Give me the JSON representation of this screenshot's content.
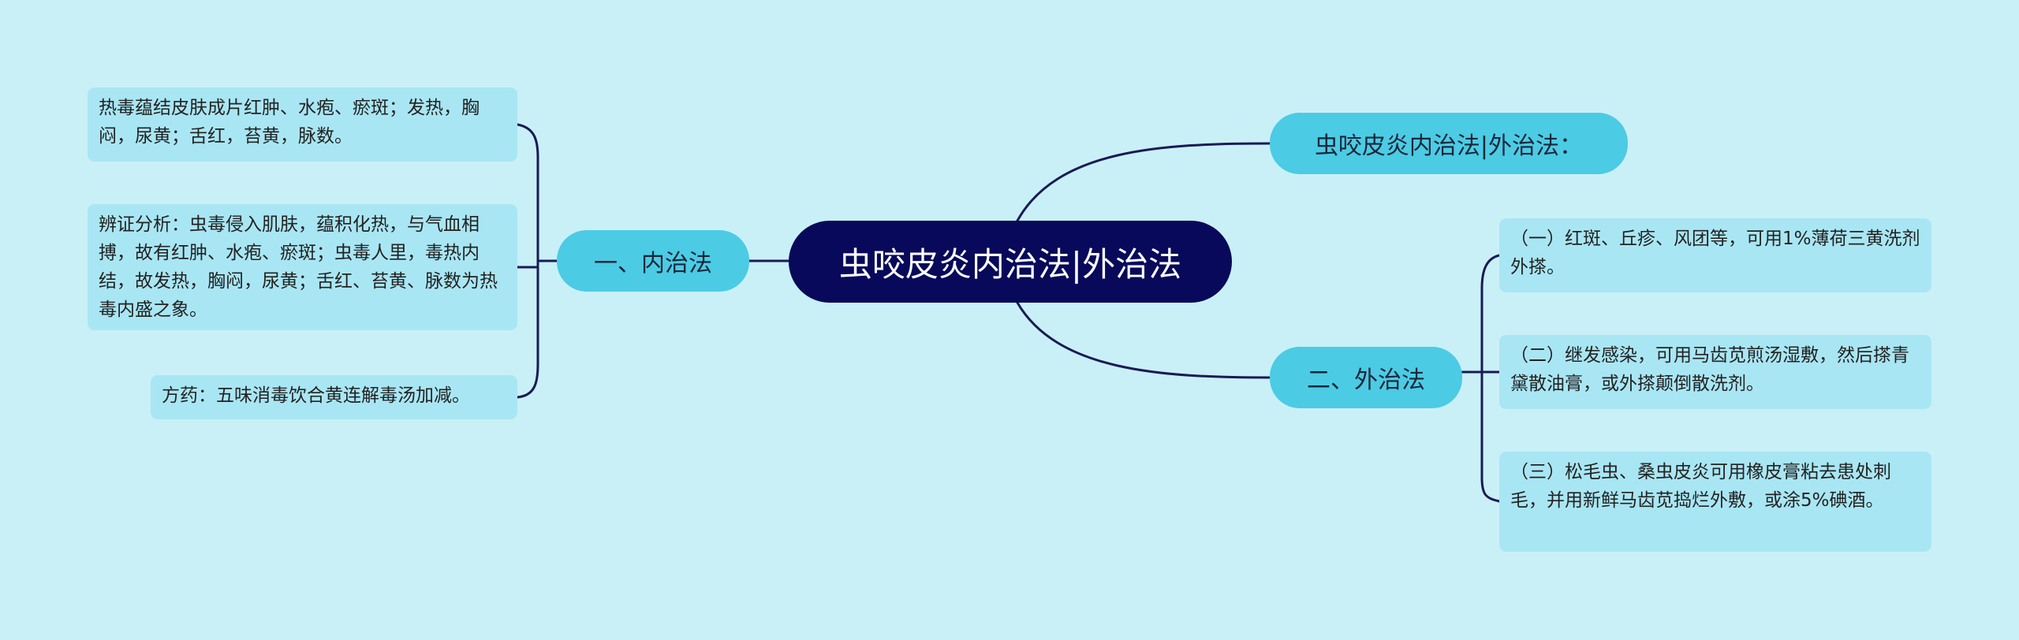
{
  "mindmap": {
    "root": {
      "label": "虫咬皮炎内治法|外治法"
    },
    "left_branch": {
      "label": "一、内治法",
      "children": [
        {
          "text": "热毒蕴结皮肤成片红肿、水疱、瘀斑；发热，胸闷，尿黄；舌红，苔黄，脉数。"
        },
        {
          "text": "辨证分析：虫毒侵入肌肤，蕴积化热，与气血相搏，故有红肿、水疱、瘀斑；虫毒人里，毒热内结，故发热，胸闷，尿黄；舌红、苔黄、脉数为热毒内盛之象。"
        },
        {
          "text": "方药：五味消毒饮合黄连解毒汤加减。"
        }
      ]
    },
    "right_branch_1": {
      "label": "虫咬皮炎内治法|外治法："
    },
    "right_branch_2": {
      "label": "二、外治法",
      "children": [
        {
          "text": "（一）红斑、丘疹、风团等，可用1%薄荷三黄洗剂外搽。"
        },
        {
          "text": "（二）继发感染，可用马齿苋煎汤湿敷，然后搽青黛散油膏，或外搽颠倒散洗剂。"
        },
        {
          "text": "（三）松毛虫、桑虫皮炎可用橡皮膏粘去患处刺毛，并用新鲜马齿苋捣烂外敷，或涂5%碘酒。"
        }
      ]
    },
    "colors": {
      "background": "#c9f0f7",
      "root_fill": "#08095a",
      "branch_fill": "#4ccbe4",
      "leaf_fill": "#a9e6f3",
      "connector": "#1a1a55"
    }
  }
}
